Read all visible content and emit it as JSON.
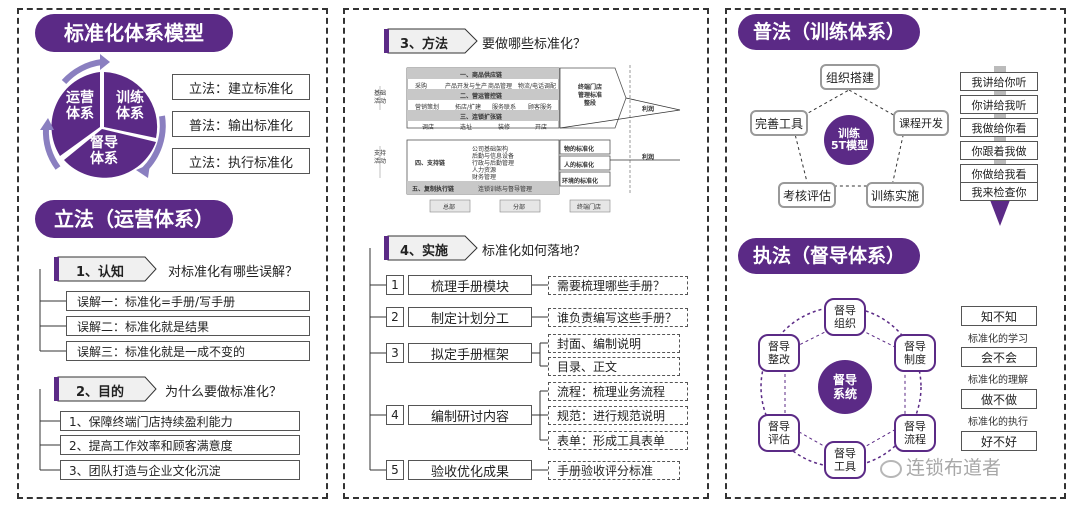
{
  "colors": {
    "accent": "#5b2a86",
    "accent_light": "#8a7fc0",
    "border": "#333333"
  },
  "left": {
    "title": "标准化体系模型",
    "cycle": {
      "top_right": "训练\n体系",
      "left": "运营\n体系",
      "bottom": "督导\n体系"
    },
    "cycle_lines": {
      "a1": "训练",
      "a2": "体系",
      "b1": "运营",
      "b2": "体系",
      "c1": "督导",
      "c2": "体系"
    },
    "laws": [
      "立法：建立标准化",
      "普法：输出标准化",
      "立法：执行标准化"
    ],
    "section_title": "立法（运营体系）",
    "step1": {
      "label": "1、认知",
      "question": "对标准化有哪些误解？",
      "items": [
        "误解一：标准化=手册/写手册",
        "误解二：标准化就是结果",
        "误解三：标准化就是一成不变的"
      ]
    },
    "step2": {
      "label": "2、目的",
      "question": "为什么要做标准化？",
      "items": [
        "1、保障终端门店持续盈利能力",
        "2、提高工作效率和顾客满意度",
        "3、团队打造与企业文化沉淀"
      ]
    }
  },
  "middle": {
    "step3": {
      "label": "3、方法",
      "question": "要做哪些标准化？"
    },
    "chart": {
      "side1": "基础活动",
      "side2": "支持活动",
      "row1": "一、商品供应链",
      "row1_sub": [
        "采购",
        "产品开发与生产",
        "商品管理",
        "物流/电话调配"
      ],
      "row2": "二、营运管控链",
      "row2_sub": [
        "营销策划",
        "拓店/扩建",
        "服务联系",
        "顾客服务"
      ],
      "row3": "三、连锁扩张链",
      "row3_sub": [
        "调店",
        "选址",
        "装修",
        "开店"
      ],
      "row4": "四、支持链",
      "row4_sub": [
        "公司基础架构",
        "后勤与信息设备",
        "行政与后勤管理",
        "人力资源",
        "财务管理"
      ],
      "row5": "五、复制执行链",
      "row5_sub": "连锁训练与督导管理",
      "terminal": "终端门店\n管理标准\n整段",
      "terminal_lines": [
        "终端门店",
        "管理标准",
        "整段"
      ],
      "profit1": "利润",
      "profit2": "利润",
      "std": [
        "物的标准化",
        "人的标准化",
        "环境的标准化"
      ],
      "bottom": [
        "总部",
        "分部",
        "终端门店"
      ]
    },
    "step4": {
      "label": "4、实施",
      "question": "标准化如何落地？"
    },
    "steps": [
      {
        "num": "1",
        "name": "梳理手册模块",
        "notes": [
          "需要梳理哪些手册？"
        ]
      },
      {
        "num": "2",
        "name": "制定计划分工",
        "notes": [
          "谁负责编写这些手册？"
        ]
      },
      {
        "num": "3",
        "name": "拟定手册框架",
        "notes": [
          "封面、编制说明",
          "目录、正文"
        ]
      },
      {
        "num": "4",
        "name": "编制研讨内容",
        "notes": [
          "流程：梳理业务流程",
          "规范：进行规范说明",
          "表单：形成工具表单"
        ]
      },
      {
        "num": "5",
        "name": "验收优化成果",
        "notes": [
          "手册验收评分标准"
        ]
      }
    ]
  },
  "right": {
    "title1": "普法（训练体系）",
    "center": "训练\n5T模型",
    "center_lines": [
      "训练",
      "5T模型"
    ],
    "nodes": [
      "组织搭建",
      "课程开发",
      "训练实施",
      "考核评估",
      "完善工具"
    ],
    "ladder": [
      "我讲给你听",
      "你讲给我听",
      "我做给你看",
      "你跟着我做",
      "你做给我看",
      "我来检查你"
    ],
    "title2": "执法（督导体系）",
    "hub": [
      "督导",
      "系统"
    ],
    "hexes": [
      [
        "督导",
        "组织"
      ],
      [
        "督导",
        "制度"
      ],
      [
        "督导",
        "流程"
      ],
      [
        "督导",
        "工具"
      ],
      [
        "督导",
        "评估"
      ],
      [
        "督导",
        "整改"
      ]
    ],
    "levels": [
      {
        "box": "知不知",
        "label": "标准化的学习"
      },
      {
        "box": "会不会",
        "label": "标准化的理解"
      },
      {
        "box": "做不做",
        "label": "标准化的执行"
      },
      {
        "box": "好不好",
        "label": ""
      }
    ],
    "watermark": "连锁布道者"
  }
}
